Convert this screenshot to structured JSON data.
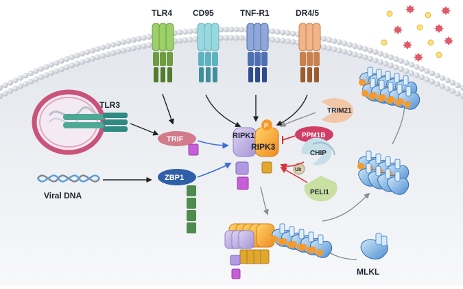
{
  "receptors": {
    "tlr4": "TLR4",
    "cd95": "CD95",
    "tnfr1": "TNF-R1",
    "dr45": "DR4/5",
    "tlr3": "TLR3"
  },
  "adaptors": {
    "trif": "TRIF",
    "zbp1": "ZBP1",
    "viral_dna": "Viral DNA"
  },
  "necrosome": {
    "ripk1": "RIPK1",
    "ripk3": "RIPK3",
    "phospho": "P"
  },
  "regulators": {
    "trim21": "TRIM21",
    "ppm1b": "PPM1B",
    "chip": "CHIP",
    "peli1": "PELI1",
    "ub": "Ub"
  },
  "executor": {
    "mlkl": "MLKL"
  },
  "colors": {
    "tlr4": "#7fb24a",
    "cd95": "#6fc0cc",
    "tnfr1": "#5b7fbe",
    "dr45": "#d08a54",
    "trif": "#d27b8a",
    "zbp1": "#2f5fa8",
    "ripk1": "#b9a9dc",
    "ripk3": "#f5a43a",
    "mlkl": "#6aa5d8",
    "inhibit": "#d8323a",
    "activate_blue": "#3b6fd6"
  }
}
